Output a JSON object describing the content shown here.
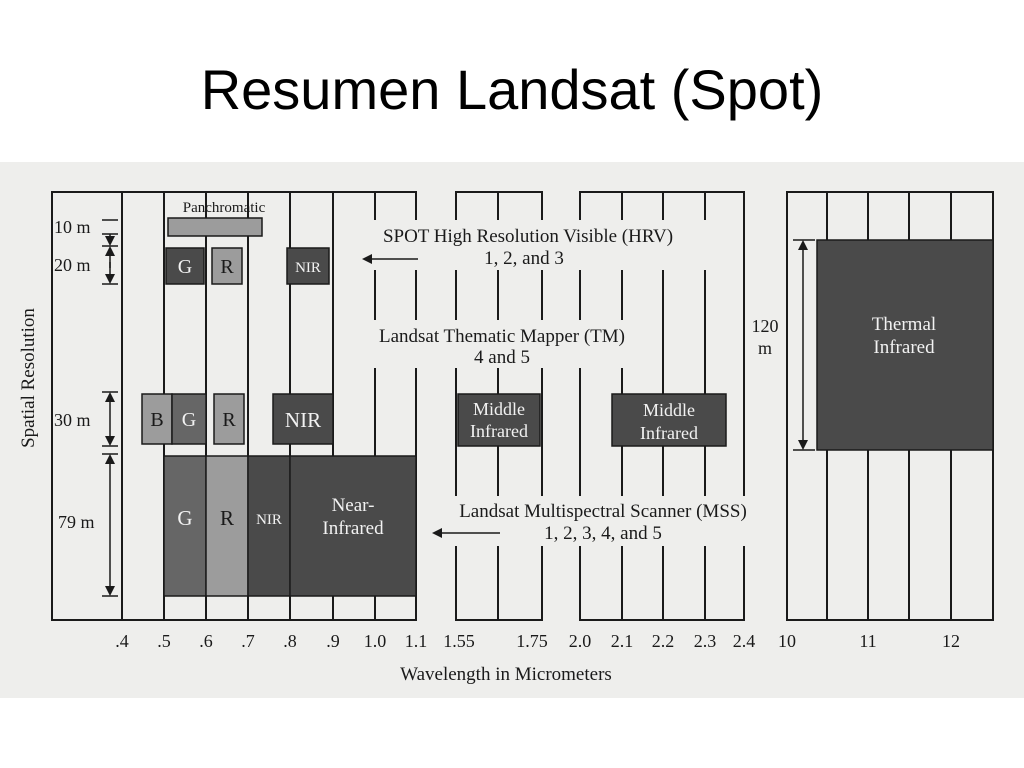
{
  "slide": {
    "title": "Resumen Landsat (Spot)"
  },
  "axes": {
    "y_label": "Spatial Resolution",
    "x_label": "Wavelength in Micrometers",
    "resolutions": [
      "10 m",
      "20 m",
      "30 m",
      "79 m"
    ],
    "thermal_resolution_line1": "120",
    "thermal_resolution_line2": "m",
    "ticks": [
      ".4",
      ".5",
      ".6",
      ".7",
      ".8",
      ".9",
      "1.0",
      "1.1",
      "1.55",
      "1.75",
      "2.0",
      "2.1",
      "2.2",
      "2.3",
      "2.4",
      "10",
      "11",
      "12"
    ]
  },
  "spot": {
    "panchromatic_label": "Panchromatic",
    "green": "G",
    "red": "R",
    "nir": "NIR",
    "sensor_line1": "SPOT High Resolution Visible (HRV)",
    "sensor_line2": "1, 2, and 3"
  },
  "tm": {
    "blue": "B",
    "green": "G",
    "red": "R",
    "nir": "NIR",
    "mir1_line1": "Middle",
    "mir1_line2": "Infrared",
    "mir2_line1": "Middle",
    "mir2_line2": "Infrared",
    "thermal_line1": "Thermal",
    "thermal_line2": "Infrared",
    "sensor_line1": "Landsat Thematic Mapper (TM)",
    "sensor_line2": "4 and 5"
  },
  "mss": {
    "green": "G",
    "red": "R",
    "nir": "NIR",
    "near_ir_line1": "Near-",
    "near_ir_line2": "Infrared",
    "sensor_line1": "Landsat Multispectral Scanner (MSS)",
    "sensor_line2": "1, 2, 3, 4, and 5"
  },
  "colors": {
    "dark_band": "#4a4a4a",
    "mid_band": "#666666",
    "light_band": "#9c9c9c",
    "line": "#1a1a1a"
  }
}
